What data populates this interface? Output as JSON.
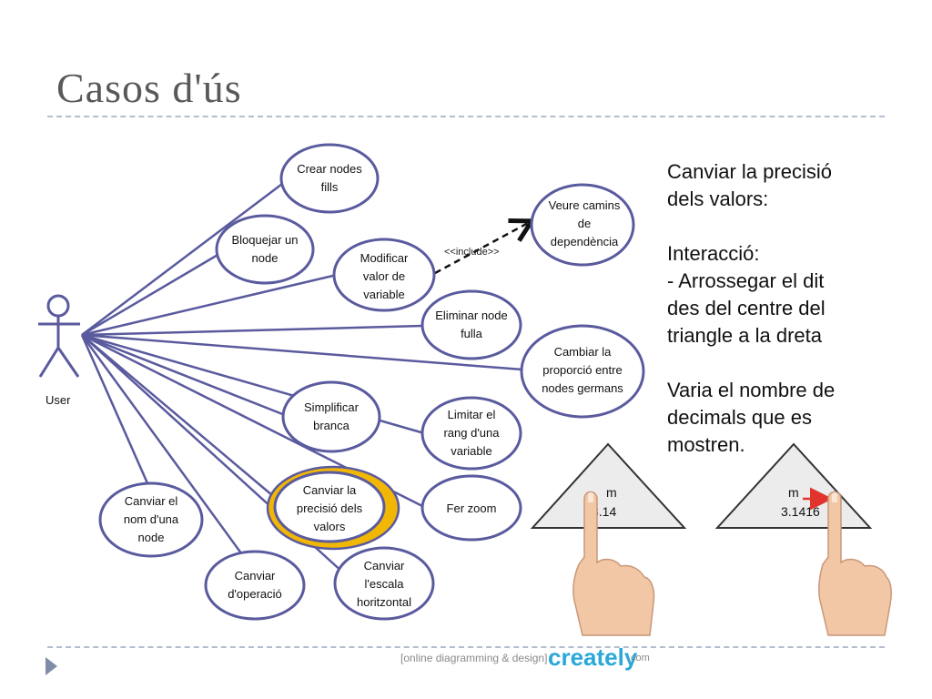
{
  "slide": {
    "title": "Casos d'ús"
  },
  "actor": {
    "label": "User"
  },
  "relation": {
    "label": "<<include>>"
  },
  "use_cases": {
    "crear": [
      "Crear nodes",
      "fills"
    ],
    "bloquejar": [
      "Bloquejar un",
      "node"
    ],
    "modificar": [
      "Modificar",
      "valor de",
      "variable"
    ],
    "veure": [
      "Veure camins",
      "de",
      "dependència"
    ],
    "eliminar": [
      "Eliminar node",
      "fulla"
    ],
    "cambiar_prop": [
      "Cambiar la",
      "proporció entre",
      "nodes germans"
    ],
    "simplificar": [
      "Simplificar",
      "branca"
    ],
    "limitar": [
      "Limitar el",
      "rang d'una",
      "variable"
    ],
    "canviar_precisio": [
      "Canviar la",
      "precisió dels",
      "valors"
    ],
    "zoom": [
      "Fer zoom"
    ],
    "canviar_nom": [
      "Canviar el",
      "nom d'una",
      "node"
    ],
    "canviar_operacio": [
      "Canviar",
      "d'operació"
    ],
    "canviar_escala": [
      "Canviar",
      "l'escala",
      "horitzontal"
    ]
  },
  "panel": {
    "heading": [
      "Canviar la precisió",
      "dels valors:"
    ],
    "interaction_label": "Interacció:",
    "interaction_text": [
      "- Arrossegar el dit",
      "des del centre del",
      "triangle a la dreta"
    ],
    "result_text": [
      "Varia el nombre de",
      "decimals que es",
      "mostren."
    ]
  },
  "triangles": {
    "left": {
      "var": "m",
      "value": "3.14"
    },
    "right": {
      "var": "m",
      "value": "3.1416"
    }
  },
  "footer": {
    "tagline": "[online diagramming & design]",
    "brand": "creately",
    "domain": ".com"
  },
  "colors": {
    "line": "#5a5a9e",
    "highlight": "#f2b705",
    "arrow": "#e0342c",
    "text": "#111111"
  }
}
